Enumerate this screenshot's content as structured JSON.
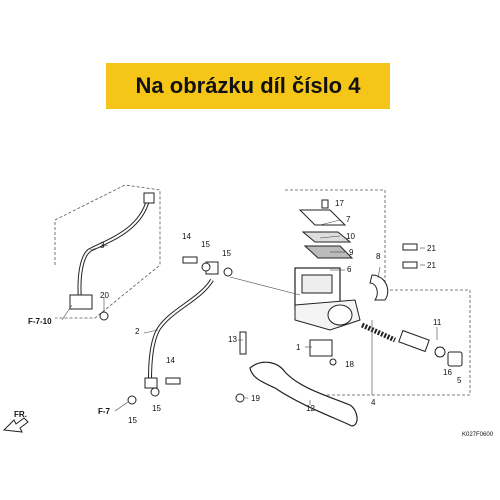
{
  "banner": {
    "text": "Na obrázku díl číslo 4"
  },
  "refs": {
    "f7_10": "F-7-10",
    "f7": "F-7",
    "fr": "FR."
  },
  "diagram_code": "K027F0600",
  "parts": {
    "p1": "1",
    "p2": "2",
    "p3": "3",
    "p4": "4",
    "p5": "5",
    "p6": "6",
    "p7": "7",
    "p8": "8",
    "p9": "9",
    "p10": "10",
    "p11": "11",
    "p12": "12",
    "p13": "13",
    "p14a": "14",
    "p14b": "14",
    "p15a": "15",
    "p15b": "15",
    "p15c": "15",
    "p15d": "15",
    "p16": "16",
    "p17": "17",
    "p18": "18",
    "p19": "19",
    "p20": "20",
    "p21a": "21",
    "p21b": "21"
  }
}
